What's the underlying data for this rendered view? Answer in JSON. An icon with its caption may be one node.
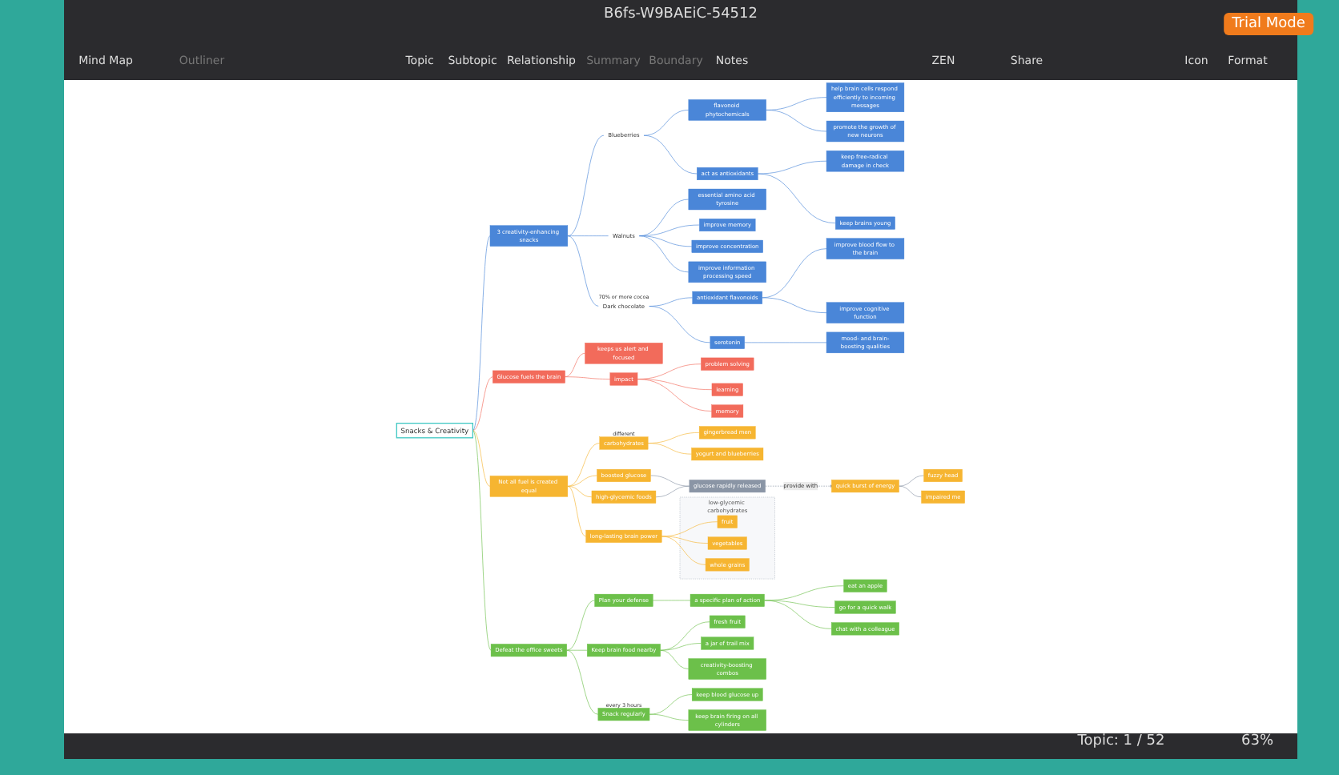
{
  "diagram": {
    "nodes": [
      {
        "text": [
          "Snacks & Creativity"
        ]
      },
      {
        "text": [
          "3 creativity-enhancing snacks"
        ]
      },
      {
        "text": [
          "Blueberries"
        ]
      },
      {
        "text": [
          "flavonoid phytochemicals"
        ]
      },
      {
        "text": [
          "help brain cells respond efficiently to incoming messages"
        ]
      },
      {
        "text": [
          "promote the growth of new neurons"
        ]
      },
      {
        "text": [
          "act as antioxidants"
        ]
      },
      {
        "text": [
          "keep free-radical damage in check"
        ]
      },
      {
        "text": [
          "keep brains young"
        ]
      },
      {
        "text": [
          "Walnuts"
        ]
      },
      {
        "text": [
          "essential amino acid tyrosine"
        ]
      },
      {
        "text": [
          "improve memory"
        ]
      },
      {
        "text": [
          "improve concentration"
        ]
      },
      {
        "text": [
          "improve information processing speed"
        ]
      },
      {
        "text": [
          "Dark chocolate"
        ],
        "beside": [
          "70% or more cocoa"
        ]
      },
      {
        "text": [
          "antioxidant flavonoids"
        ]
      },
      {
        "text": [
          "improve blood flow to the brain"
        ]
      },
      {
        "text": [
          "improve cognitive function"
        ]
      },
      {
        "text": [
          "serotonin"
        ]
      },
      {
        "text": [
          "mood- and brain-boosting qualities"
        ]
      },
      {
        "text": [
          "Glucose fuels the brain"
        ]
      },
      {
        "text": [
          "keeps us alert and focused"
        ]
      },
      {
        "text": [
          "impact"
        ]
      },
      {
        "text": [
          "problem solving"
        ]
      },
      {
        "text": [
          "learning"
        ]
      },
      {
        "text": [
          "memory"
        ]
      },
      {
        "text": [
          "Not all fuel is created equal"
        ]
      },
      {
        "text": [
          "carbohydrates"
        ],
        "beside": [
          "different"
        ]
      },
      {
        "text": [
          "gingerbread men"
        ]
      },
      {
        "text": [
          "yogurt and blueberries"
        ]
      },
      {
        "text": [
          "boosted glucose"
        ]
      },
      {
        "text": [
          "high-glycemic foods"
        ]
      },
      {
        "text": [
          "long-lasting brain power"
        ]
      },
      {
        "text": [
          "glucose rapidly released"
        ]
      },
      {
        "text": [
          "quick burst of energy"
        ]
      },
      {
        "text": [
          "fuzzy head"
        ]
      },
      {
        "text": [
          "impaired me"
        ]
      },
      {
        "text": [
          "low-glycemic carbohydrates"
        ]
      },
      {
        "text": [
          "fruit"
        ],
        "in": 37
      },
      {
        "text": [
          "vegetables"
        ],
        "in": 37
      },
      {
        "text": [
          "whole grains"
        ],
        "in": 37
      },
      {
        "text": [
          "Defeat the office sweets"
        ]
      },
      {
        "text": [
          "Plan your defense"
        ]
      },
      {
        "text": [
          "a specific plan of action"
        ]
      },
      {
        "text": [
          "eat an apple"
        ]
      },
      {
        "text": [
          "go for a quick walk"
        ]
      },
      {
        "text": [
          "chat with a colleague"
        ]
      },
      {
        "text": [
          "Keep brain food nearby"
        ]
      },
      {
        "text": [
          "fresh fruit"
        ]
      },
      {
        "text": [
          "a jar of trail mix"
        ]
      },
      {
        "text": [
          "creativity-boosting combos"
        ]
      },
      {
        "text": [
          "Snack regularly"
        ],
        "beside": [
          "every 3 hours"
        ]
      },
      {
        "text": [
          "keep blood glucose up"
        ]
      },
      {
        "text": [
          "keep brain firing on all cylinders"
        ]
      }
    ],
    "edges": [
      {
        "from": 0,
        "to": 1,
        "arrow": "none"
      },
      {
        "from": 0,
        "to": 20,
        "arrow": "none",
        "color": "#f26b5b"
      },
      {
        "from": 0,
        "to": 26,
        "arrow": "none",
        "color": "#f6b531"
      },
      {
        "from": 0,
        "to": 41,
        "arrow": "none",
        "color": "#6cc04a"
      },
      {
        "from": 1,
        "to": 2,
        "arrow": "none"
      },
      {
        "from": 1,
        "to": 9,
        "arrow": "none"
      },
      {
        "from": 1,
        "to": 14,
        "arrow": "none"
      },
      {
        "from": 2,
        "to": 3,
        "arrow": "none"
      },
      {
        "from": 2,
        "to": 6,
        "arrow": "none"
      },
      {
        "from": 3,
        "to": 4,
        "arrow": "none"
      },
      {
        "from": 3,
        "to": 5,
        "arrow": "none"
      },
      {
        "from": 6,
        "to": 7,
        "arrow": "none"
      },
      {
        "from": 6,
        "to": 8,
        "arrow": "none"
      },
      {
        "from": 9,
        "to": 10,
        "arrow": "none"
      },
      {
        "from": 9,
        "to": 11,
        "arrow": "none"
      },
      {
        "from": 9,
        "to": 12,
        "arrow": "none"
      },
      {
        "from": 9,
        "to": 13,
        "arrow": "none"
      },
      {
        "from": 14,
        "to": 15,
        "arrow": "none"
      },
      {
        "from": 14,
        "to": 18,
        "arrow": "none"
      },
      {
        "from": 15,
        "to": 16,
        "arrow": "none"
      },
      {
        "from": 15,
        "to": 17,
        "arrow": "none"
      },
      {
        "from": 18,
        "to": 19,
        "arrow": "none"
      },
      {
        "from": 20,
        "to": 21,
        "arrow": "none",
        "color": "#f26b5b"
      },
      {
        "from": 20,
        "to": 22,
        "arrow": "none",
        "color": "#f26b5b"
      },
      {
        "from": 22,
        "to": 23,
        "arrow": "none",
        "color": "#f26b5b"
      },
      {
        "from": 22,
        "to": 24,
        "arrow": "none",
        "color": "#f26b5b"
      },
      {
        "from": 22,
        "to": 25,
        "arrow": "none",
        "color": "#f26b5b"
      },
      {
        "from": 26,
        "to": 27,
        "arrow": "none",
        "color": "#f6b531"
      },
      {
        "from": 26,
        "to": 30,
        "arrow": "none",
        "color": "#f6b531"
      },
      {
        "from": 26,
        "to": 31,
        "arrow": "none",
        "color": "#f6b531"
      },
      {
        "from": 26,
        "to": 32,
        "arrow": "none",
        "color": "#f6b531"
      },
      {
        "from": 27,
        "to": 28,
        "arrow": "none",
        "color": "#f6b531"
      },
      {
        "from": 27,
        "to": 29,
        "arrow": "none",
        "color": "#f6b531"
      },
      {
        "from": 30,
        "to": 33,
        "arrow": "none",
        "color": "#8a95a5"
      },
      {
        "from": 31,
        "to": 33,
        "arrow": "none",
        "color": "#8a95a5"
      },
      {
        "from": 33,
        "to": 34,
        "arrow": "to",
        "label": "provide with",
        "style": "dashed",
        "color": "#8a95a5"
      },
      {
        "from": 34,
        "to": 35,
        "arrow": "none",
        "color": "#8a95a5"
      },
      {
        "from": 34,
        "to": 36,
        "arrow": "none",
        "color": "#8a95a5"
      },
      {
        "from": 32,
        "to": 38,
        "arrow": "none",
        "color": "#f6b531"
      },
      {
        "from": 32,
        "to": 39,
        "arrow": "none",
        "color": "#f6b531"
      },
      {
        "from": 32,
        "to": 40,
        "arrow": "none",
        "color": "#f6b531"
      },
      {
        "from": 41,
        "to": 42,
        "arrow": "none",
        "color": "#6cc04a"
      },
      {
        "from": 41,
        "to": 47,
        "arrow": "none",
        "color": "#6cc04a"
      },
      {
        "from": 41,
        "to": 51,
        "arrow": "none",
        "color": "#6cc04a"
      },
      {
        "from": 42,
        "to": 43,
        "arrow": "none",
        "color": "#6cc04a"
      },
      {
        "from": 43,
        "to": 44,
        "arrow": "none",
        "color": "#6cc04a"
      },
      {
        "from": 43,
        "to": 45,
        "arrow": "none",
        "color": "#6cc04a"
      },
      {
        "from": 43,
        "to": 46,
        "arrow": "none",
        "color": "#6cc04a"
      },
      {
        "from": 47,
        "to": 48,
        "arrow": "none",
        "color": "#6cc04a"
      },
      {
        "from": 47,
        "to": 49,
        "arrow": "none",
        "color": "#6cc04a"
      },
      {
        "from": 47,
        "to": 50,
        "arrow": "none",
        "color": "#6cc04a"
      },
      {
        "from": 51,
        "to": 52,
        "arrow": "none",
        "color": "#6cc04a"
      },
      {
        "from": 51,
        "to": 53,
        "arrow": "none",
        "color": "#6cc04a"
      }
    ],
    "labels": [
      "B6fs-W9BAEiC-54512",
      "Trial Mode",
      "Mind Map",
      "Outliner",
      "Topic",
      "Subtopic",
      "Relationship",
      "Summary",
      "Boundary",
      "Notes",
      "ZEN",
      "Share",
      "Icon",
      "Format",
      "Topic: 1 / 52",
      "63%"
    ]
  }
}
